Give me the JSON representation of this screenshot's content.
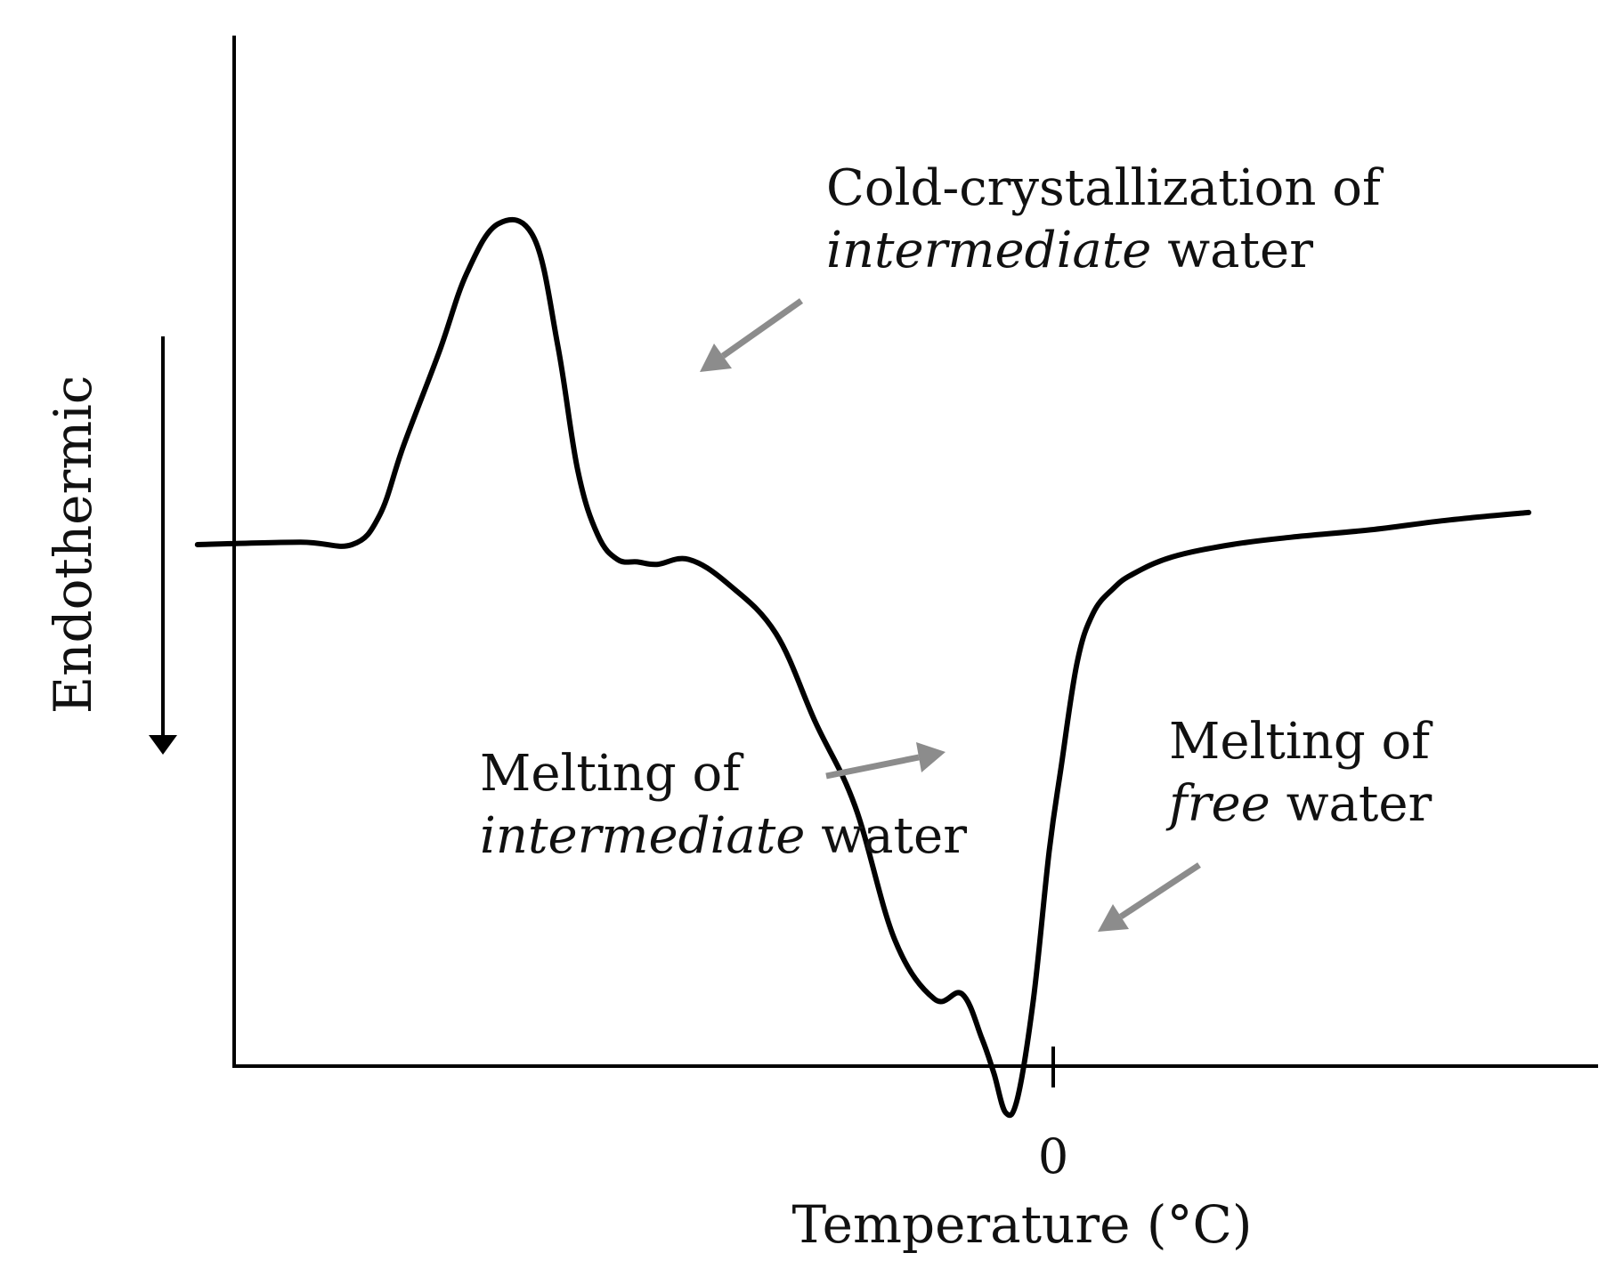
{
  "chart_data": {
    "type": "line",
    "title": "",
    "xlabel": "Temperature (°C)",
    "ylabel": "Endothermic",
    "xlim": [
      -24,
      13
    ],
    "ylim": [
      -1.15,
      0.6
    ],
    "x_ticks": [
      {
        "value": 0,
        "label": "0"
      }
    ],
    "grid": false,
    "colors": {
      "curve": "#000000",
      "annotation_arrow": "#8c8c8c"
    },
    "series": [
      {
        "x": [
          -21.6,
          -19.0,
          -17.7,
          -17.0,
          -16.4,
          -15.5,
          -14.8,
          -14.0,
          -13.1,
          -12.5,
          -12.0,
          -11.5,
          -11.0,
          -10.5,
          -10.0,
          -9.2,
          -8.2,
          -7.0,
          -6.0,
          -5.0,
          -4.0,
          -3.0,
          -2.3,
          -1.8,
          -1.5,
          -1.2,
          -0.9,
          -0.5,
          -0.1,
          0.2,
          0.6,
          1.0,
          1.5,
          2.0,
          3.0,
          4.5,
          6.0,
          8.0,
          10.0,
          12.0
        ],
        "y": [
          0.0,
          0.005,
          0.0,
          0.06,
          0.2,
          0.39,
          0.55,
          0.65,
          0.62,
          0.4,
          0.15,
          0.02,
          -0.03,
          -0.035,
          -0.04,
          -0.03,
          -0.08,
          -0.18,
          -0.36,
          -0.53,
          -0.8,
          -0.92,
          -0.91,
          -1.0,
          -1.07,
          -1.15,
          -1.12,
          -0.92,
          -0.62,
          -0.45,
          -0.24,
          -0.14,
          -0.09,
          -0.06,
          -0.025,
          0.0,
          0.015,
          0.03,
          0.05,
          0.065
        ]
      }
    ],
    "annotations": [
      {
        "lines": [
          [
            {
              "text": "Cold-crystallization of",
              "italic": false
            }
          ],
          [
            {
              "text": "intermediate",
              "italic": true
            },
            {
              "text": " water",
              "italic": false
            }
          ]
        ]
      },
      {
        "lines": [
          [
            {
              "text": "Melting of",
              "italic": false
            }
          ],
          [
            {
              "text": "intermediate",
              "italic": true
            },
            {
              "text": " water",
              "italic": false
            }
          ]
        ]
      },
      {
        "lines": [
          [
            {
              "text": "Melting of",
              "italic": false
            }
          ],
          [
            {
              "text": "free",
              "italic": true
            },
            {
              "text": " water",
              "italic": false
            }
          ]
        ]
      }
    ],
    "y_direction_arrow": "down"
  }
}
